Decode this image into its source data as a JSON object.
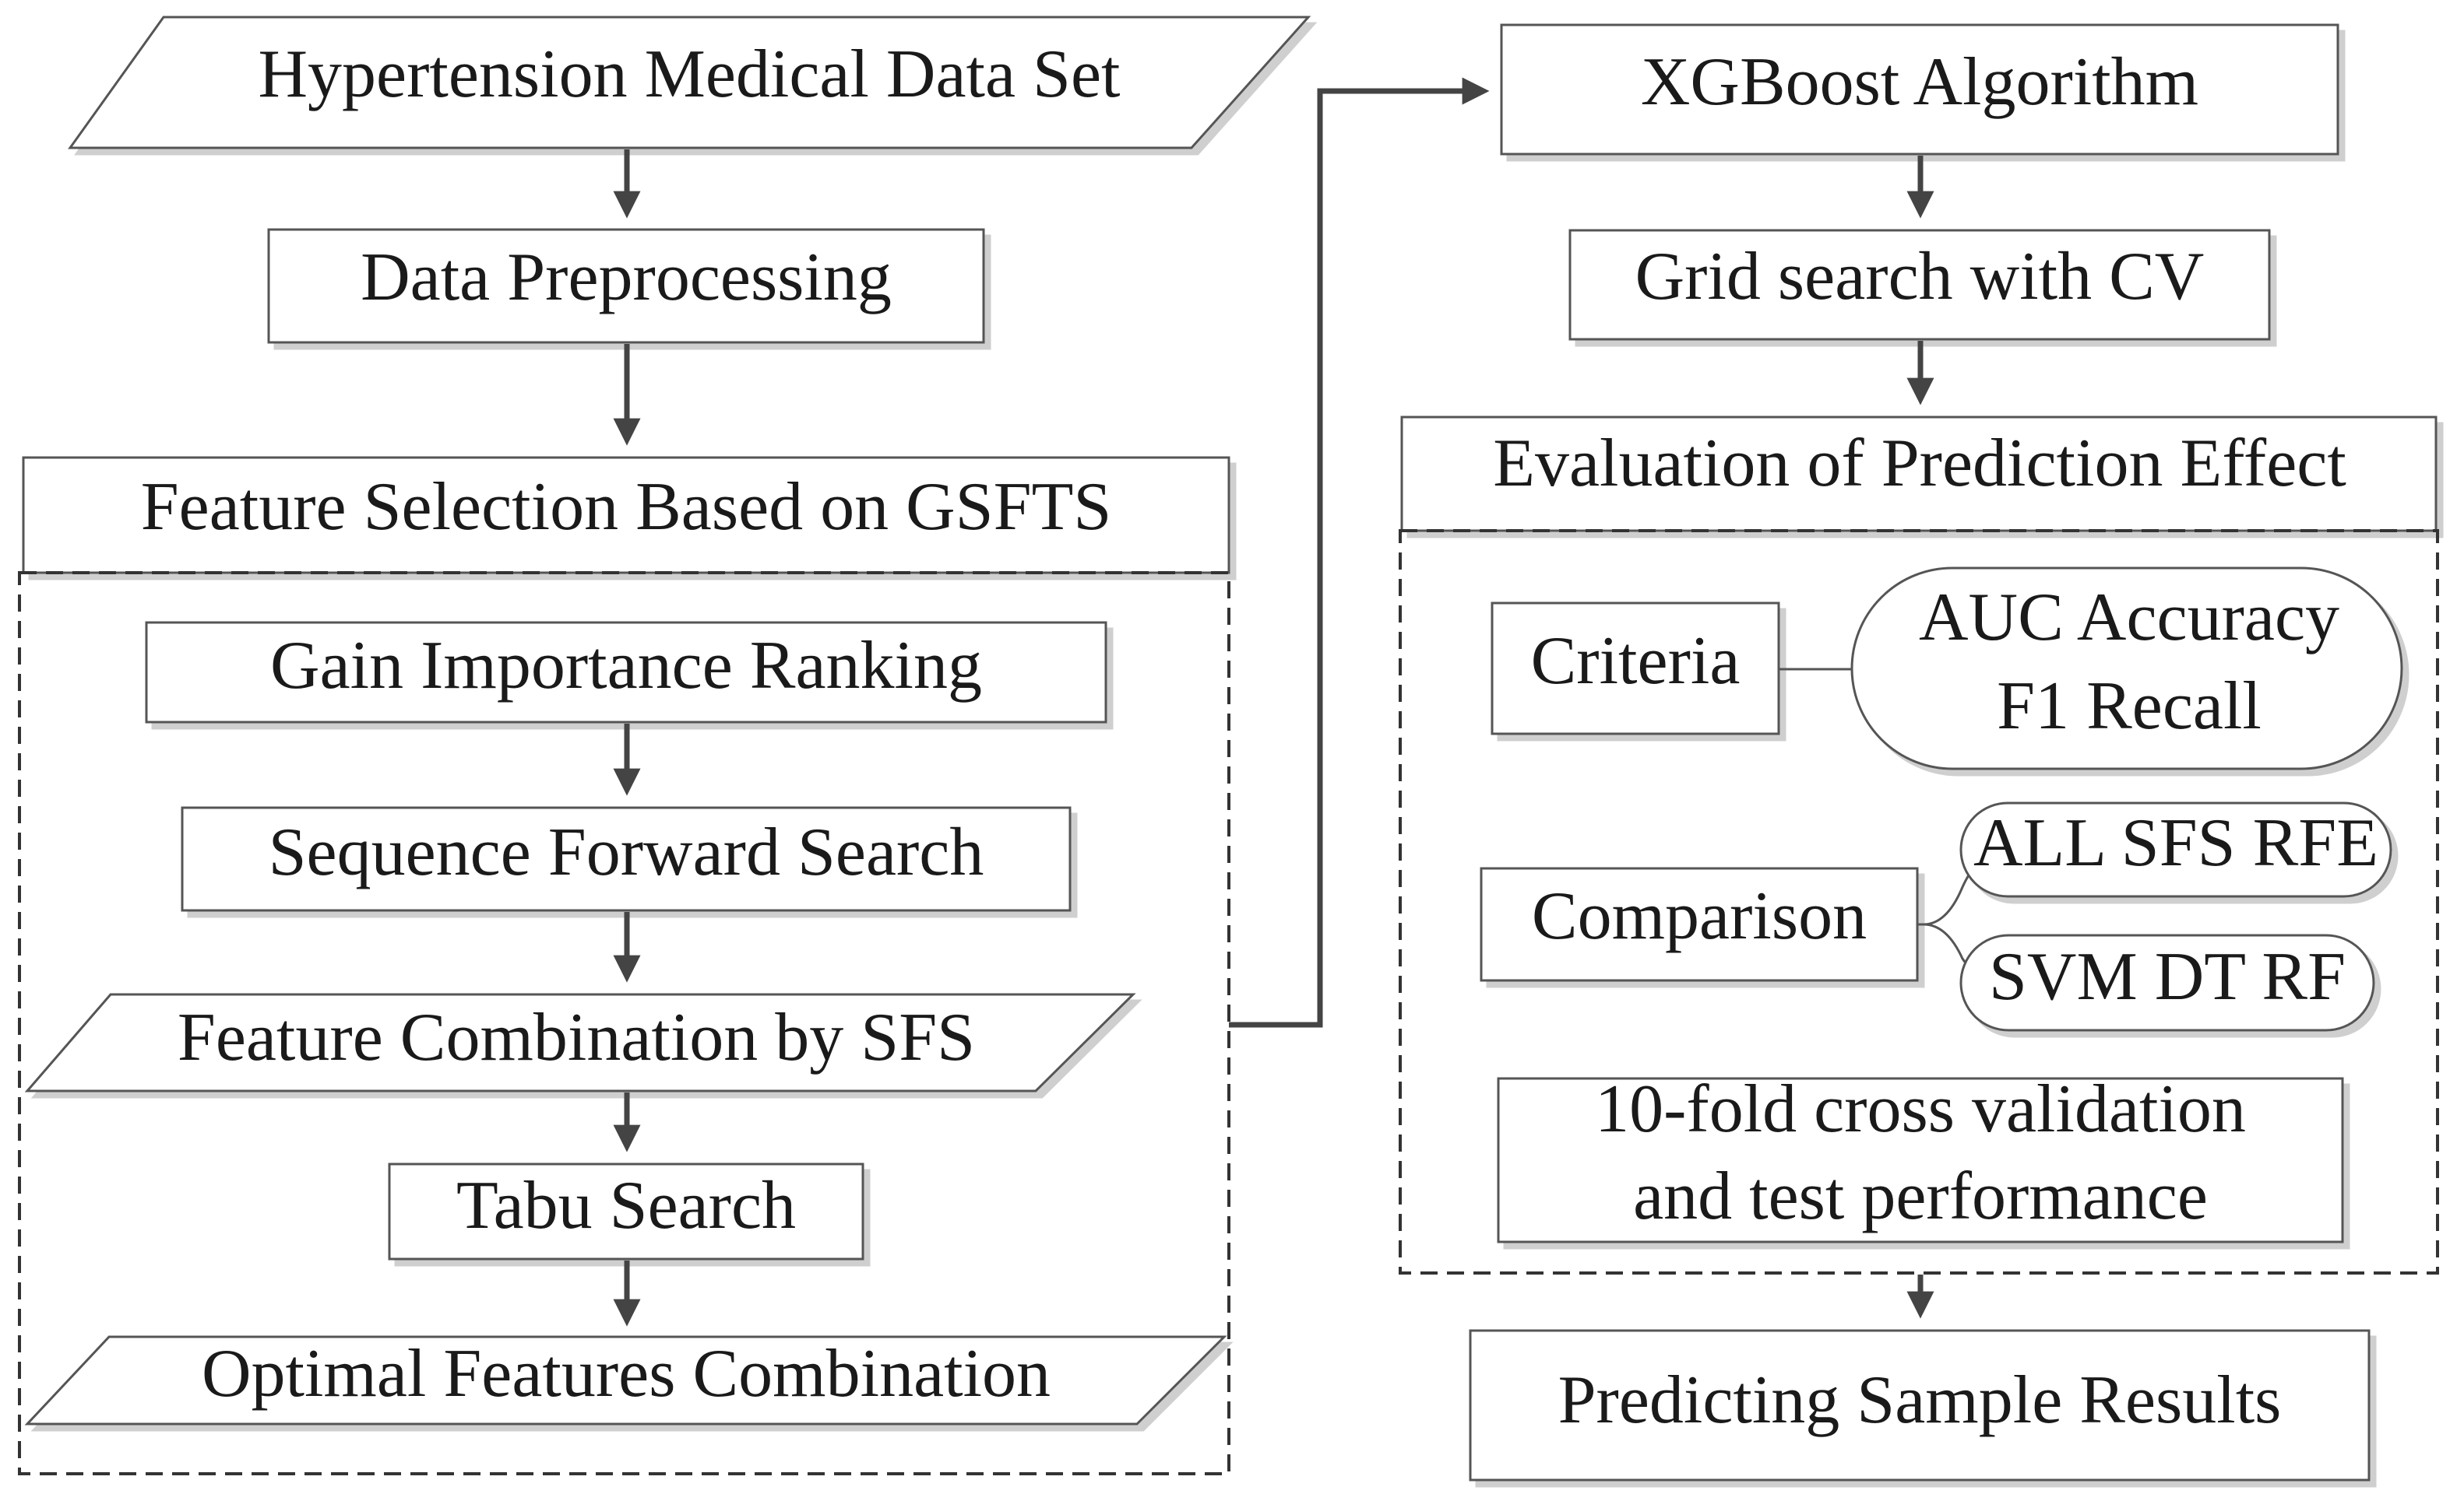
{
  "nodes": {
    "hypertension_data": "Hypertension Medical Data Set",
    "data_preprocessing": "Data Preprocessing",
    "feature_selection": "Feature Selection Based on GSFTS",
    "gain_ranking": "Gain Importance Ranking",
    "sequence_forward": "Sequence Forward Search",
    "feature_combination_sfs": "Feature Combination by SFS",
    "tabu_search": "Tabu Search",
    "optimal_features": "Optimal Features Combination",
    "xgboost": "XGBoost Algorithm",
    "grid_search": "Grid search with CV",
    "evaluation": "Evaluation of Prediction Effect",
    "criteria": "Criteria",
    "criteria_metrics_line1": "AUC Accuracy",
    "criteria_metrics_line2": "F1 Recall",
    "comparison": "Comparison",
    "comparison_fs": "ALL SFS RFE",
    "comparison_models": "SVM DT RF",
    "cross_validation_line1": "10-fold cross validation",
    "cross_validation_line2": "and test performance",
    "predicting_results": "Predicting Sample Results"
  },
  "colors": {
    "stroke": "#555555",
    "arrow": "#444444",
    "fill": "#ffffff",
    "shadow": "#cfcfcf",
    "text": "#1a1a1a"
  }
}
